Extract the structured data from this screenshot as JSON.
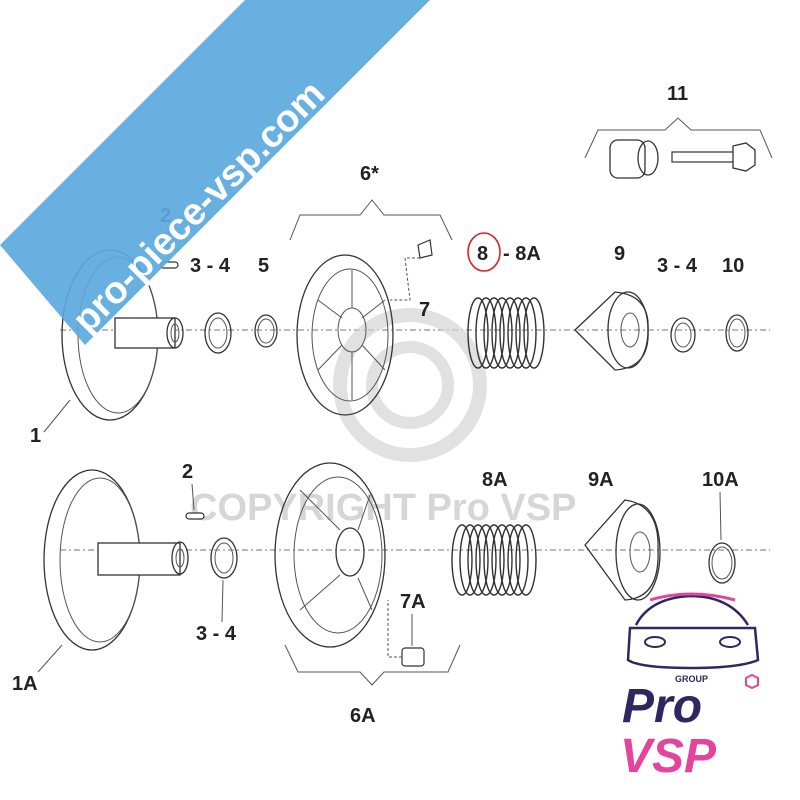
{
  "watermark": {
    "banner_text": "pro-piece-vsp.com",
    "copyright_text": "COPYRIGHT Pro VSP",
    "banner_color": "#5aa9dd"
  },
  "logo": {
    "group_text": "GROUP",
    "line1": "Pro",
    "line2": "VSP",
    "primary_color": "#2f2860",
    "accent_color": "#e2459b"
  },
  "highlight_color": "#e02020",
  "labels_top": {
    "part_1": "1",
    "part_2": "2",
    "part_3_4": "3 - 4",
    "part_5": "5",
    "group_6": "6*",
    "part_7": "7",
    "part_8_num": "8",
    "part_8_suffix": "- 8A",
    "part_9": "9",
    "part_3_4b": "3 - 4",
    "part_10": "10",
    "group_11": "11"
  },
  "labels_bottom": {
    "part_1a": "1A",
    "part_2": "2",
    "part_3_4": "3 - 4",
    "group_6a": "6A",
    "part_7a": "7A",
    "part_8a": "8A",
    "part_9a": "9A",
    "part_10a": "10A"
  }
}
